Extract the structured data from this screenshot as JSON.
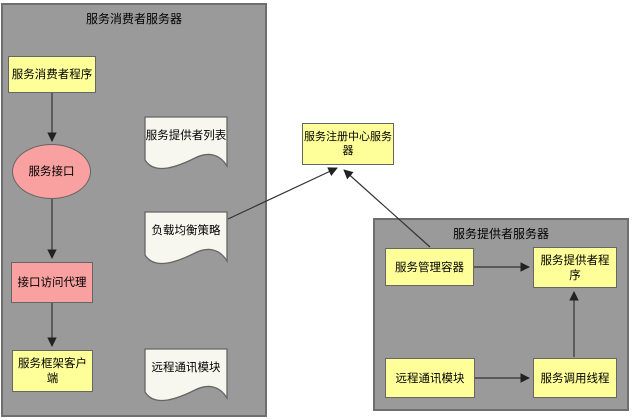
{
  "diagram_type": "architecture-flowchart",
  "colors": {
    "container_fill": "#9a9a9a",
    "container_border": "#6e6e6e",
    "node_yellow": "#ffff99",
    "node_pink": "#f9a0a0",
    "document_fill": "#f7f7ef",
    "border": "#666666",
    "arrow": "#333333",
    "text": "#000000"
  },
  "containers": {
    "consumer": {
      "title": "服务消费者服务器"
    },
    "provider": {
      "title": "服务提供者服务器"
    }
  },
  "nodes": {
    "consumer_program": {
      "label": "服务消费者程序",
      "shape": "rect",
      "color": "yellow"
    },
    "service_interface": {
      "label": "服务接口",
      "shape": "ellipse",
      "color": "pink"
    },
    "proxy": {
      "label": "接口访问代理",
      "shape": "rect",
      "color": "pink"
    },
    "framework_client": {
      "label": "服务框架客户端",
      "shape": "rect",
      "color": "yellow"
    },
    "provider_list": {
      "label": "服务提供者列表",
      "shape": "document",
      "color": "off-white"
    },
    "lb_strategy": {
      "label": "负载均衡策略",
      "shape": "document",
      "color": "off-white"
    },
    "remote_comm_left": {
      "label": "远程通讯模块",
      "shape": "document",
      "color": "off-white"
    },
    "registry": {
      "label": "服务注册中心服务器",
      "shape": "rect",
      "color": "yellow"
    },
    "mgmt_container": {
      "label": "服务管理容器",
      "shape": "rect",
      "color": "yellow"
    },
    "provider_program": {
      "label": "服务提供者程序",
      "shape": "rect",
      "color": "yellow"
    },
    "remote_comm_right": {
      "label": "远程通讯模块",
      "shape": "rect",
      "color": "yellow"
    },
    "call_thread": {
      "label": "服务调用线程",
      "shape": "rect",
      "color": "yellow"
    }
  },
  "connections": [
    {
      "from": "consumer_program",
      "to": "service_interface"
    },
    {
      "from": "service_interface",
      "to": "proxy"
    },
    {
      "from": "proxy",
      "to": "framework_client"
    },
    {
      "from": "lb_strategy",
      "to": "registry"
    },
    {
      "from": "mgmt_container",
      "to": "registry"
    },
    {
      "from": "mgmt_container",
      "to": "provider_program"
    },
    {
      "from": "remote_comm_right",
      "to": "call_thread"
    },
    {
      "from": "call_thread",
      "to": "provider_program"
    }
  ]
}
